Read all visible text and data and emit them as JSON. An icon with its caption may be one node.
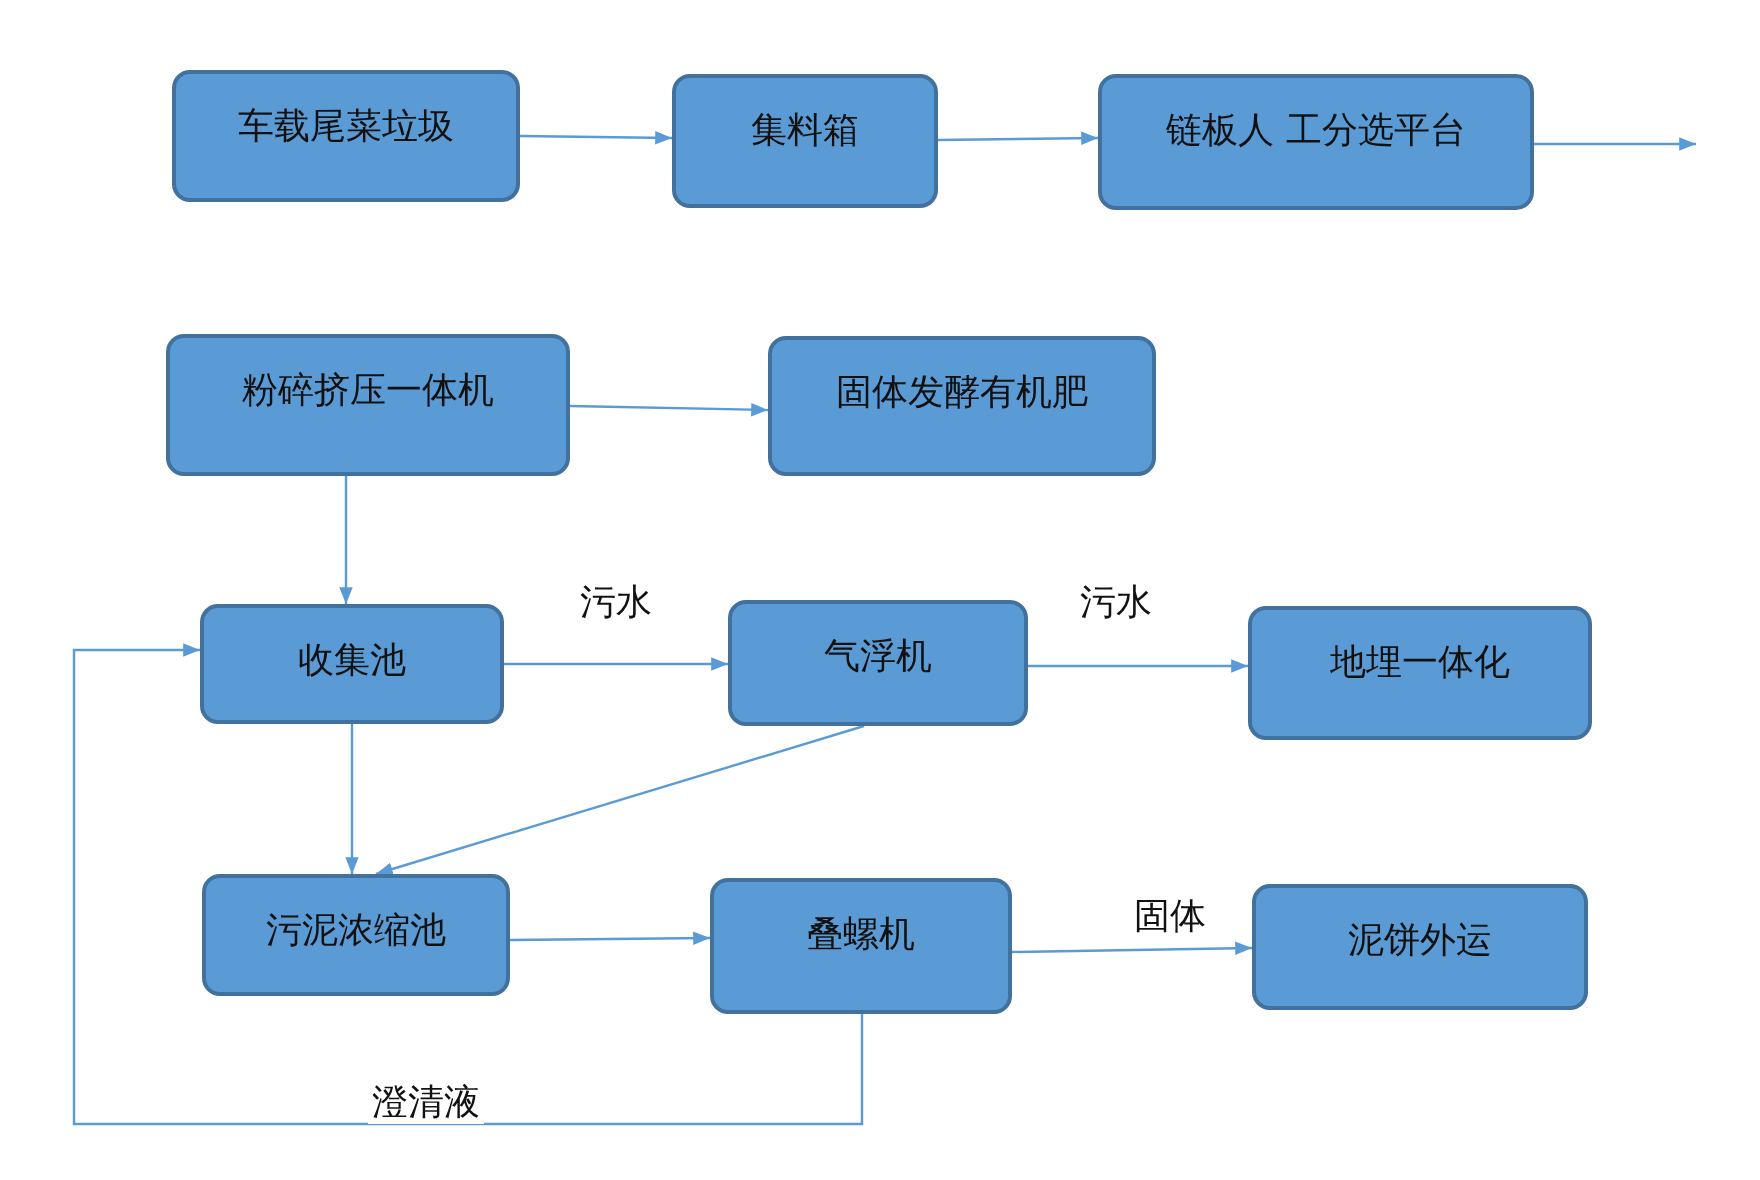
{
  "diagram": {
    "nodes": [
      {
        "text": [
          "车载尾菜垃圾"
        ]
      },
      {
        "text": [
          "集料箱"
        ]
      },
      {
        "text": [
          "链板人 工分选平台"
        ]
      },
      {
        "text": [
          "粉碎挤压一体机"
        ]
      },
      {
        "text": [
          "固体发酵有机肥"
        ]
      },
      {
        "text": [
          "收集池"
        ]
      },
      {
        "text": [
          "气浮机"
        ]
      },
      {
        "text": [
          "地埋一体化"
        ]
      },
      {
        "text": [
          "污泥浓缩池"
        ]
      },
      {
        "text": [
          "叠螺机"
        ]
      },
      {
        "text": [
          "泥饼外运"
        ]
      }
    ],
    "edges": [
      {
        "from": 0,
        "to": 1,
        "arrow": "to"
      },
      {
        "from": 1,
        "to": 2,
        "arrow": "to"
      },
      {
        "from": 2,
        "to": null,
        "arrow": "to"
      },
      {
        "from": 3,
        "to": 4,
        "arrow": "to"
      },
      {
        "from": 3,
        "to": 5,
        "arrow": "to"
      },
      {
        "from": 5,
        "to": 6,
        "arrow": "to",
        "label": "污水"
      },
      {
        "from": 6,
        "to": 7,
        "arrow": "to",
        "label": "污水"
      },
      {
        "from": 5,
        "to": 8,
        "arrow": "to"
      },
      {
        "from": 6,
        "to": 8,
        "arrow": "to"
      },
      {
        "from": 8,
        "to": 9,
        "arrow": "to"
      },
      {
        "from": 9,
        "to": 10,
        "arrow": "to",
        "label": "固体"
      },
      {
        "from": 9,
        "to": 5,
        "arrow": "to",
        "label": "澄清液"
      }
    ]
  }
}
